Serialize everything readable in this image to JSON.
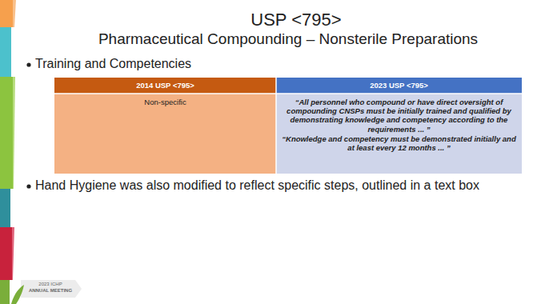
{
  "diagram": {
    "title": "USP <795>",
    "labels": [
      "Pharmaceutical Compounding – Nonsterile Preparations",
      "Training and Competencies",
      "2014 USP <795>",
      "2023 USP <795>",
      "Non-specific",
      "“All personnel who compound or have direct oversight of compounding CNSPs must be initially trained and qualified by demonstrating knowledge and competency according to the requirements ... ”",
      "“Knowledge and competency must be demonstrated initially and at least every 12 months ... ”",
      "Hand Hygiene was also modified to reflect specific steps, outlined in a text box",
      "2023 ICHP",
      "ANNUAL MEETING"
    ]
  }
}
